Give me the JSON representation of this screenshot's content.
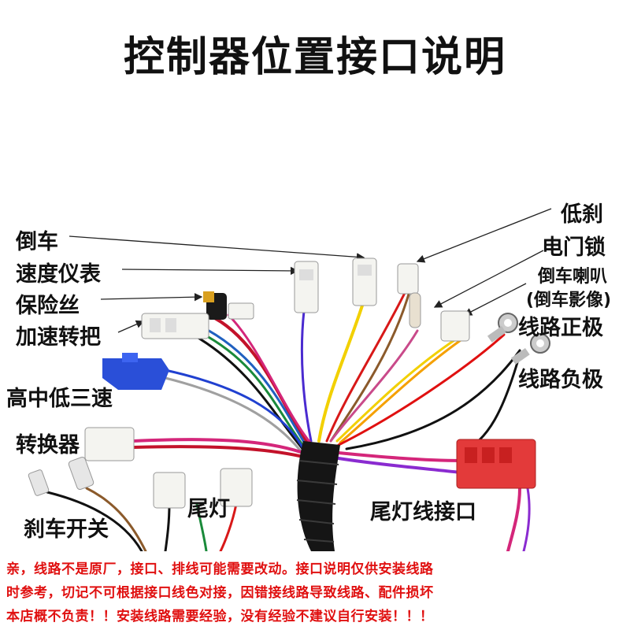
{
  "title": "控制器位置接口说明",
  "labels": {
    "reverse": "倒车",
    "speedometer": "速度仪表",
    "fuse": "保险丝",
    "throttle": "加速转把",
    "three_speed": "高中低三速",
    "converter": "转换器",
    "brake_switch": "刹车开关",
    "tail_light": "尾灯",
    "tail_light_port": "尾灯线接口",
    "low_brake": "低刹",
    "e_lock": "电门锁",
    "reverse_horn": "倒车喇叭",
    "reverse_camera": "(倒车影像)",
    "positive": "线路正极",
    "negative": "线路负极"
  },
  "footer": {
    "line1": "亲，线路不是原厂，接口、排线可能需要改动。接口说明仅供安装线路",
    "line2": "时参考，切记不可根据接口线色对接，因错接线路导致线路、配件损坏",
    "line3": "本店概不负责！！安装线路需要经验，没有经验不建议自行安装！！！"
  }
}
